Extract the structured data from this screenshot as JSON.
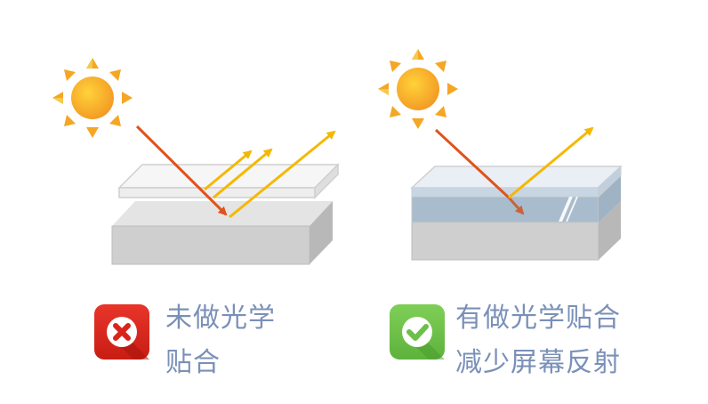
{
  "left_panel": {
    "caption_line1": "未做光学",
    "caption_line2": "贴合",
    "status": "x-icon"
  },
  "right_panel": {
    "caption_line1": "有做光学贴合",
    "caption_line2": "减少屏幕反射",
    "status": "check-icon"
  },
  "colors": {
    "caption": "#7a90b8",
    "incident_ray": "#e0531c",
    "reflected_ray": "#f5b800",
    "sun_core": "#f7a928",
    "sun_rays": "#f5a623",
    "block_gray": "#cfcfcf",
    "glass_light": "#efefef",
    "glass_blue": "#b9cde0",
    "badge_red": "#d9241b",
    "badge_green": "#6cc04a"
  }
}
